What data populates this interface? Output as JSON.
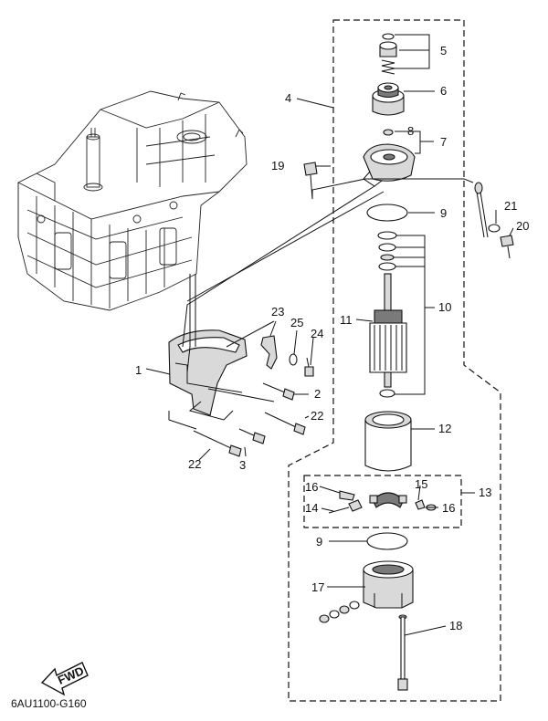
{
  "diagram": {
    "code": "6AU1100-G160",
    "fwd_label": "FWD",
    "callouts": {
      "n1": "1",
      "n2": "2",
      "n3": "3",
      "n4": "4",
      "n5": "5",
      "n6": "6",
      "n7": "7",
      "n8": "8",
      "n9a": "9",
      "n9b": "9",
      "n10": "10",
      "n11": "11",
      "n12": "12",
      "n13": "13",
      "n14": "14",
      "n15": "15",
      "n16a": "16",
      "n16b": "16",
      "n17": "17",
      "n18": "18",
      "n19": "19",
      "n20": "20",
      "n21": "21",
      "n22a": "22",
      "n22b": "22",
      "n23": "23",
      "n24": "24",
      "n25": "25"
    }
  }
}
